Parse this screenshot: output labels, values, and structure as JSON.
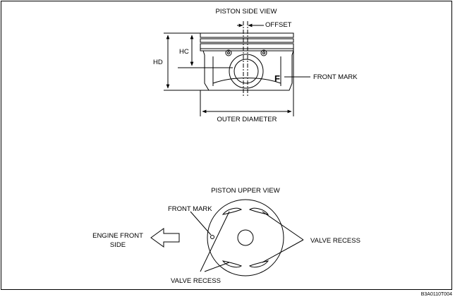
{
  "side_view": {
    "title": "PISTON SIDE VIEW",
    "offset_label": "OFFSET",
    "hc_label": "HC",
    "hd_label": "HD",
    "front_mark_symbol": "F",
    "front_mark_label": "FRONT MARK",
    "outer_diameter_label": "OUTER DIAMETER"
  },
  "upper_view": {
    "title": "PISTON UPPER VIEW",
    "front_mark_label": "FRONT MARK",
    "engine_front_label_line1": "ENGINE FRONT",
    "engine_front_label_line2": "SIDE",
    "valve_recess_right_label": "VALVE RECESS",
    "valve_recess_bottom_label": "VALVE RECESS"
  },
  "figure_id": "B3A0110T004"
}
